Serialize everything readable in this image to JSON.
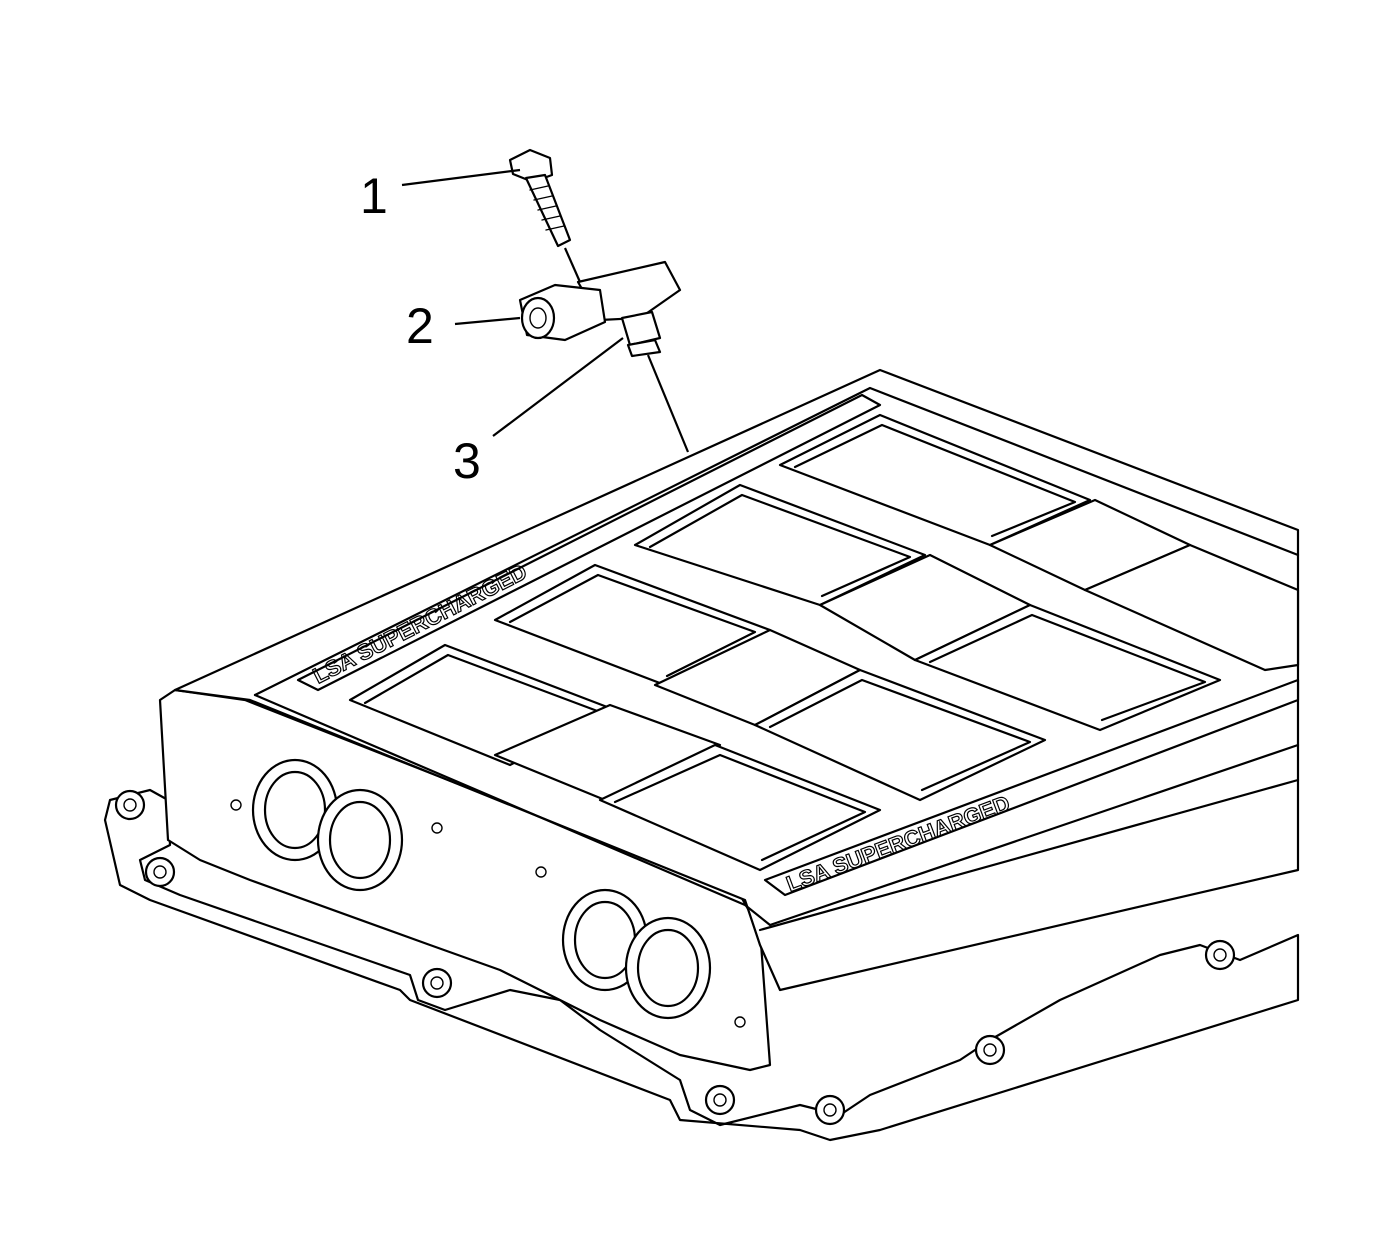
{
  "callouts": [
    {
      "id": "1",
      "label": "1"
    },
    {
      "id": "2",
      "label": "2"
    },
    {
      "id": "3",
      "label": "3"
    }
  ],
  "emboss_text": {
    "upper_rail": "LSA SUPERCHARGED",
    "lower_rail": "LSA SUPERCHARGED"
  },
  "parts": [
    {
      "callout": "1",
      "name": "bolt-icon"
    },
    {
      "callout": "2",
      "name": "sensor-connector-icon"
    },
    {
      "callout": "3",
      "name": "pressure-sensor-icon"
    }
  ]
}
